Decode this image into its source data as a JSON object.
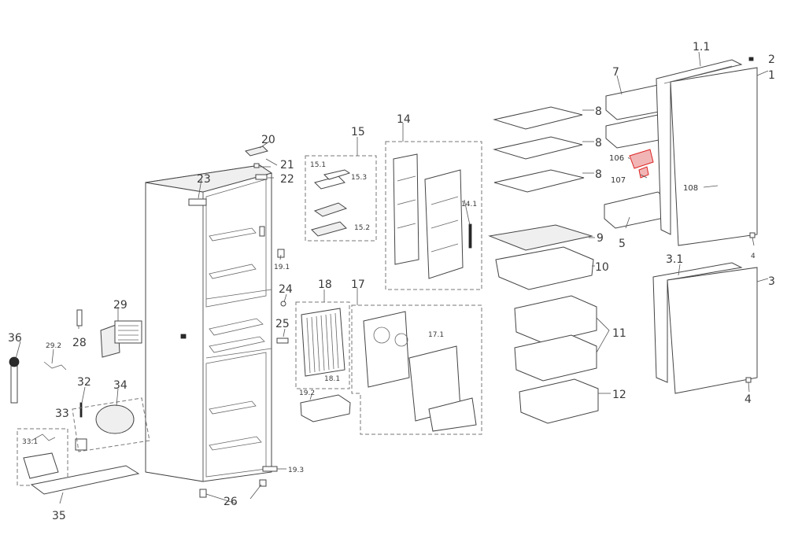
{
  "labels": {
    "p1": "1",
    "p1_1": "1.1",
    "p2": "2",
    "p3": "3",
    "p3_1": "3.1",
    "p4a": "4",
    "p4b": "4",
    "p5": "5",
    "p7": "7",
    "p8a": "8",
    "p8b": "8",
    "p8c": "8",
    "p9": "9",
    "p10": "10",
    "p11": "11",
    "p12": "12",
    "p14": "14",
    "p14_1": "14.1",
    "p15": "15",
    "p15_1": "15.1",
    "p15_2": "15.2",
    "p15_3": "15.3",
    "p17": "17",
    "p17_1": "17.1",
    "p18": "18",
    "p18_1": "18.1",
    "p19_1": "19.1",
    "p19_2": "19.2",
    "p19_3": "19.3",
    "p20": "20",
    "p21": "21",
    "p22": "22",
    "p23": "23",
    "p24": "24",
    "p25": "25",
    "p26": "26",
    "p28": "28",
    "p29": "29",
    "p29_2": "29.2",
    "p32": "32",
    "p33": "33",
    "p33_1": "33.1",
    "p34": "34",
    "p35": "35",
    "p36": "36",
    "p106": "106",
    "p107": "107",
    "p108": "108"
  },
  "colors": {
    "highlight": "#d22222",
    "line": "#444444",
    "text": "#3a3a3a"
  }
}
